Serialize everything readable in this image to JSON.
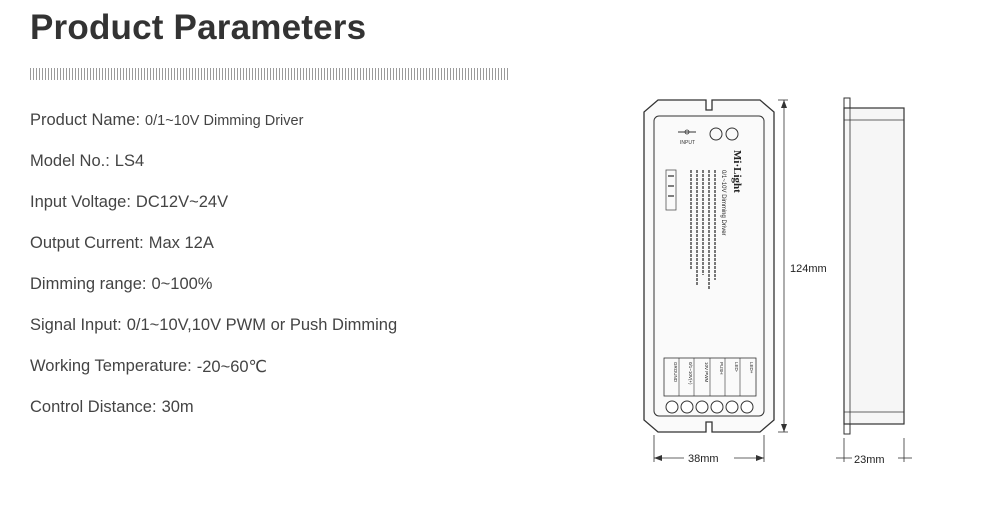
{
  "header": {
    "title": "Product Parameters"
  },
  "params": [
    {
      "label": "Product Name:",
      "value": "0/1~10V Dimming Driver"
    },
    {
      "label": "Model No.:",
      "value": "LS4"
    },
    {
      "label": "Input Voltage:",
      "value": "DC12V~24V"
    },
    {
      "label": "Output Current:",
      "value": "Max 12A"
    },
    {
      "label": "Dimming range:",
      "value": "0~100%"
    },
    {
      "label": "Signal Input:",
      "value": "0/1~10V,10V PWM or Push Dimming"
    },
    {
      "label": "Working Temperature:",
      "value": "-20~60℃"
    },
    {
      "label": "Control Distance:",
      "value": "30m"
    }
  ],
  "drawing": {
    "brand": "Mi·Light",
    "product_text": "0/1~10V Dimming Driver",
    "input_label": "INPUT",
    "terminal_labels": [
      "GROUND",
      "0/1~10V(+)",
      "10V PWM",
      "PUSH",
      "LED-",
      "LED+"
    ],
    "dim_length": "124mm",
    "dim_width": "38mm",
    "dim_depth": "23mm"
  }
}
